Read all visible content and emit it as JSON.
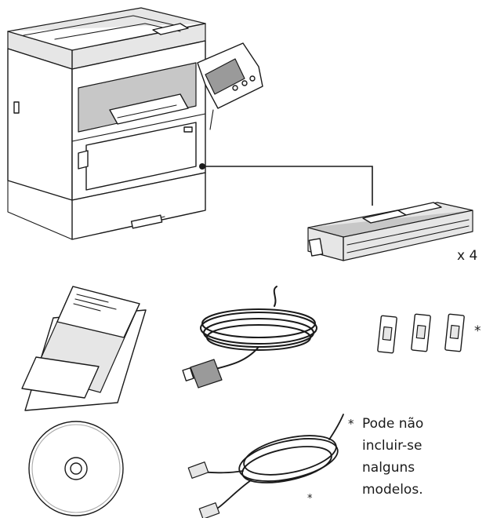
{
  "items": {
    "cartridge_qty": "x 4",
    "labels_marker": "*",
    "cable_marker": "*"
  },
  "footnote": {
    "marker": "*",
    "lines": [
      "Pode não",
      "incluir-se",
      "nalguns",
      "modelos."
    ]
  }
}
